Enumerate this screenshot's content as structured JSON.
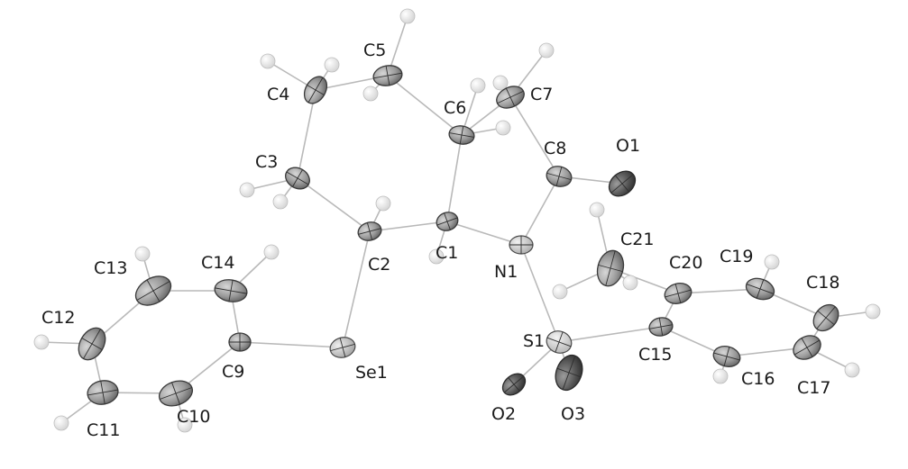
{
  "figure": {
    "atoms": [
      {
        "label": "C1"
      },
      {
        "label": "C2"
      },
      {
        "label": "C3"
      },
      {
        "label": "C4"
      },
      {
        "label": "C5"
      },
      {
        "label": "C6"
      },
      {
        "label": "C7"
      },
      {
        "label": "C8"
      },
      {
        "label": "C9"
      },
      {
        "label": "C10"
      },
      {
        "label": "C11"
      },
      {
        "label": "C12"
      },
      {
        "label": "C13"
      },
      {
        "label": "C14"
      },
      {
        "label": "C15"
      },
      {
        "label": "C16"
      },
      {
        "label": "C17"
      },
      {
        "label": "C18"
      },
      {
        "label": "C19"
      },
      {
        "label": "C20"
      },
      {
        "label": "C21"
      },
      {
        "label": "N1"
      },
      {
        "label": "O1"
      },
      {
        "label": "O2"
      },
      {
        "label": "O3"
      },
      {
        "label": "S1"
      },
      {
        "label": "Se1"
      }
    ],
    "colors": {
      "bond": "#b9b9b9",
      "label": "#1a1a1a",
      "carbon": "#8a8a8a",
      "oxygen": "#555555",
      "hydrogen": "#e2e2e2"
    }
  }
}
